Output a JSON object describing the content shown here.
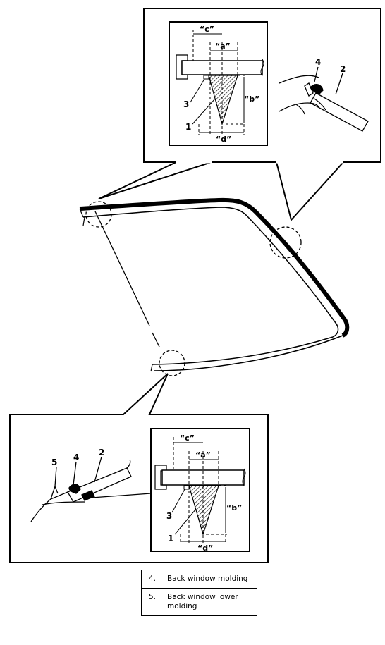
{
  "labels": {
    "p1": "1",
    "p2": "2",
    "p3": "3",
    "p4": "4",
    "p5": "5",
    "dim_a": "“a”",
    "dim_b": "“b”",
    "dim_c": "“c”",
    "dim_d": "“d”"
  },
  "legend": [
    {
      "num": "4.",
      "text": "Back window molding"
    },
    {
      "num": "5.",
      "text": "Back window lower molding"
    }
  ]
}
